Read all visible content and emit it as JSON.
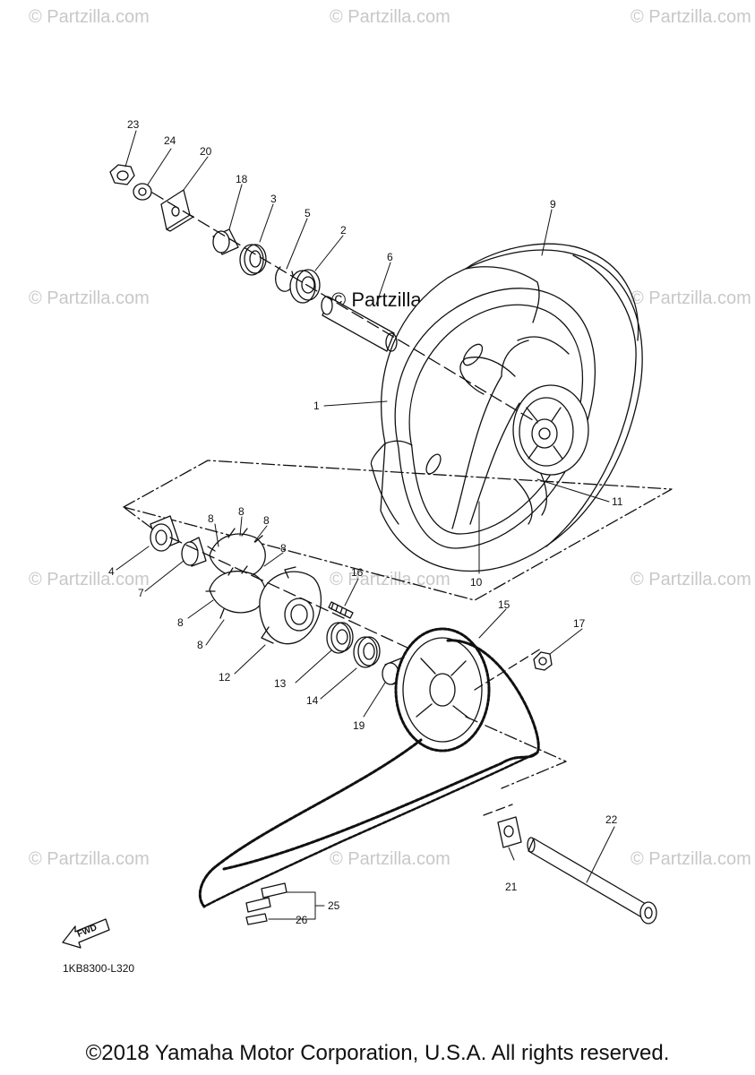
{
  "watermarks": {
    "text": "© Partzilla.com",
    "center_text": "© Partzilla.com"
  },
  "callouts": [
    {
      "id": "1",
      "label": "1"
    },
    {
      "id": "2",
      "label": "2"
    },
    {
      "id": "3",
      "label": "3"
    },
    {
      "id": "4",
      "label": "4"
    },
    {
      "id": "5",
      "label": "5"
    },
    {
      "id": "6",
      "label": "6"
    },
    {
      "id": "7",
      "label": "7"
    },
    {
      "id": "8a",
      "label": "8"
    },
    {
      "id": "8b",
      "label": "8"
    },
    {
      "id": "8c",
      "label": "8"
    },
    {
      "id": "8d",
      "label": "8"
    },
    {
      "id": "8e",
      "label": "8"
    },
    {
      "id": "8f",
      "label": "8"
    },
    {
      "id": "9",
      "label": "9"
    },
    {
      "id": "10",
      "label": "10"
    },
    {
      "id": "11",
      "label": "11"
    },
    {
      "id": "12",
      "label": "12"
    },
    {
      "id": "13",
      "label": "13"
    },
    {
      "id": "14",
      "label": "14"
    },
    {
      "id": "15",
      "label": "15"
    },
    {
      "id": "16",
      "label": "16"
    },
    {
      "id": "17",
      "label": "17"
    },
    {
      "id": "18",
      "label": "18"
    },
    {
      "id": "19",
      "label": "19"
    },
    {
      "id": "20",
      "label": "20"
    },
    {
      "id": "21",
      "label": "21"
    },
    {
      "id": "22",
      "label": "22"
    },
    {
      "id": "23",
      "label": "23"
    },
    {
      "id": "24",
      "label": "24"
    },
    {
      "id": "25",
      "label": "25"
    },
    {
      "id": "26",
      "label": "26"
    }
  ],
  "fwd_label": "FWD",
  "diagram_code": "1KB8300-L320",
  "copyright": "©2018 Yamaha Motor Corporation, U.S.A. All rights reserved.",
  "colors": {
    "line": "#111111",
    "watermark": "#c8c8c8",
    "background": "#ffffff"
  }
}
